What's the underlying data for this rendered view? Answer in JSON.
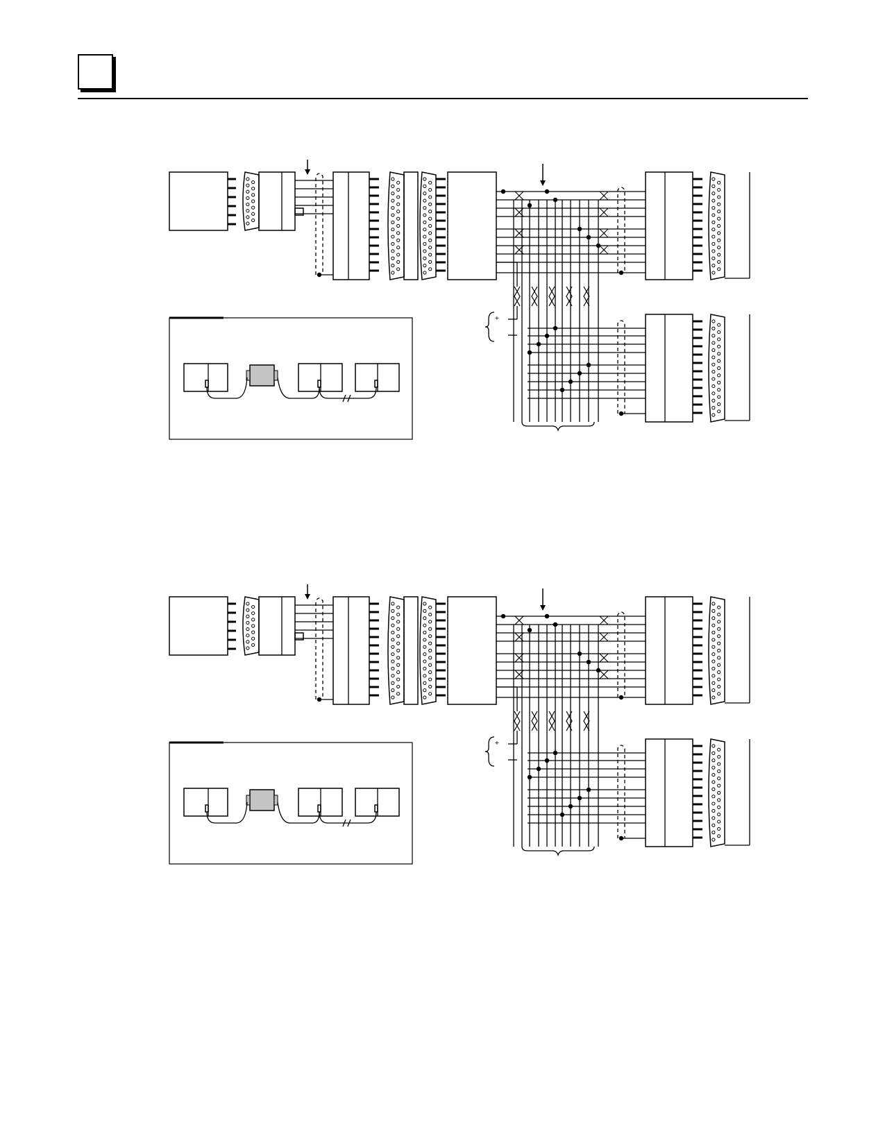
{
  "page": {
    "header": {
      "tab_icon": "square-tab-icon"
    },
    "figures": [
      {
        "id": "figure-1",
        "inset_symbol": "cable-break-symbol",
        "polarity_marker": "+"
      },
      {
        "id": "figure-2",
        "inset_symbol": "cable-break-symbol",
        "polarity_marker": "+"
      }
    ]
  }
}
